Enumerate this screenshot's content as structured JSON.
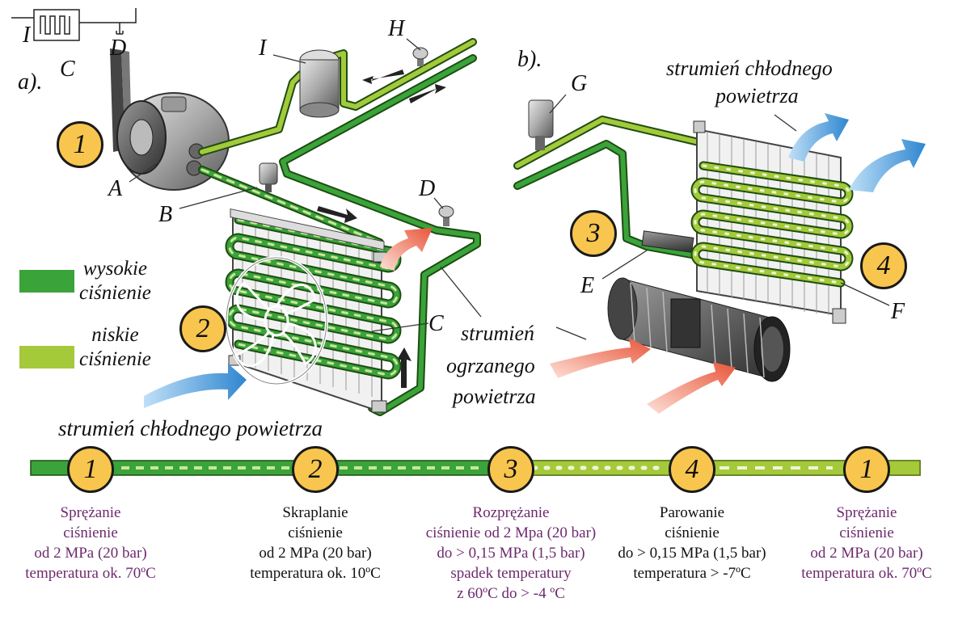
{
  "colors": {
    "high_pressure": "#3aa33a",
    "low_pressure": "#a4c93a",
    "badge_fill": "#f8c64e",
    "stage_text_purple": "#6d2a6e",
    "cold_air": "#3a8fd6",
    "hot_air": "#e8553a"
  },
  "panel_labels": {
    "a": "a).",
    "b": "b)."
  },
  "part_labels": {
    "I_inset": "I",
    "C_inset": "C",
    "D_inset": "D",
    "I": "I",
    "H": "H",
    "A": "A",
    "B": "B",
    "D": "D",
    "C": "C",
    "G": "G",
    "E": "E",
    "F": "F"
  },
  "legend": {
    "high": {
      "line1": "wysokie",
      "line2": "ciśnienie"
    },
    "low": {
      "line1": "niskie",
      "line2": "ciśnienie"
    }
  },
  "annotations": {
    "cool_air_bottom": "strumień chłodnego powietrza",
    "cool_air_top_line1": "strumień chłodnego",
    "cool_air_top_line2": "powietrza",
    "warm_air_line1": "strumień",
    "warm_air_line2": "ogrzanego",
    "warm_air_line3": "powietrza"
  },
  "diagram_badges": [
    "1",
    "2",
    "3",
    "4"
  ],
  "stages": [
    {
      "number": "1",
      "lines": [
        "Sprężanie",
        "ciśnienie",
        "od 2 MPa (20 bar)",
        "temperatura ok. 70ºC"
      ],
      "tone": "purple"
    },
    {
      "number": "2",
      "lines": [
        "Skraplanie",
        "ciśnienie",
        "od 2 MPa (20 bar)",
        "temperatura ok. 10ºC"
      ],
      "tone": "black"
    },
    {
      "number": "3",
      "lines": [
        "Rozprężanie",
        "ciśnienie od 2 Mpa (20 bar)",
        "do > 0,15 MPa (1,5 bar)",
        "spadek temperatury",
        "z 60ºC do > -4 ºC"
      ],
      "tone": "purple"
    },
    {
      "number": "4",
      "lines": [
        "Parowanie",
        "ciśnienie",
        "do > 0,15 MPa (1,5 bar)",
        "temperatura > -7ºC"
      ],
      "tone": "black"
    },
    {
      "number": "1",
      "lines": [
        "Sprężanie",
        "ciśnienie",
        "od 2 MPa (20 bar)",
        "temperatura ok. 70ºC"
      ],
      "tone": "purple"
    }
  ]
}
